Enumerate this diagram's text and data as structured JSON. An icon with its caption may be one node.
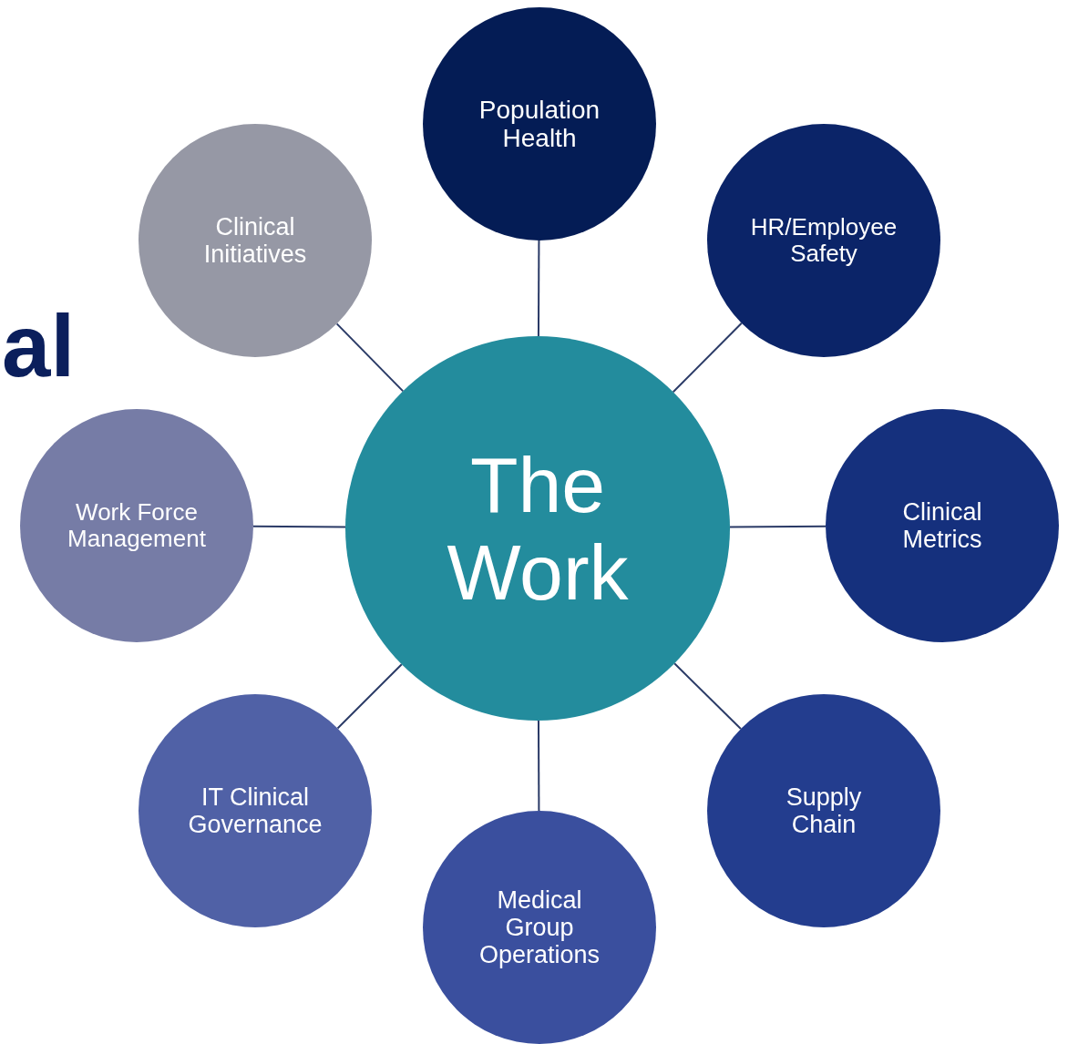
{
  "diagram": {
    "nodes": [
      {
        "text": [
          "The Work"
        ]
      },
      {
        "text": [
          "Population Health"
        ]
      },
      {
        "text": [
          "HR/Employee Safety"
        ]
      },
      {
        "text": [
          "Clinical Metrics"
        ]
      },
      {
        "text": [
          "Supply Chain"
        ]
      },
      {
        "text": [
          "Medical Group Operations"
        ]
      },
      {
        "text": [
          "IT Clinical Governance"
        ]
      },
      {
        "text": [
          "Work Force Management"
        ]
      },
      {
        "text": [
          "Clinical Initiatives"
        ]
      }
    ],
    "edges": [
      {
        "from": 0,
        "to": 1,
        "arrow": "none"
      },
      {
        "from": 0,
        "to": 2,
        "arrow": "none"
      },
      {
        "from": 0,
        "to": 3,
        "arrow": "none"
      },
      {
        "from": 0,
        "to": 4,
        "arrow": "none"
      },
      {
        "from": 0,
        "to": 5,
        "arrow": "none"
      },
      {
        "from": 0,
        "to": 6,
        "arrow": "none"
      },
      {
        "from": 0,
        "to": 7,
        "arrow": "none"
      },
      {
        "from": 0,
        "to": 8,
        "arrow": "none"
      }
    ],
    "labels": [
      "al"
    ]
  }
}
